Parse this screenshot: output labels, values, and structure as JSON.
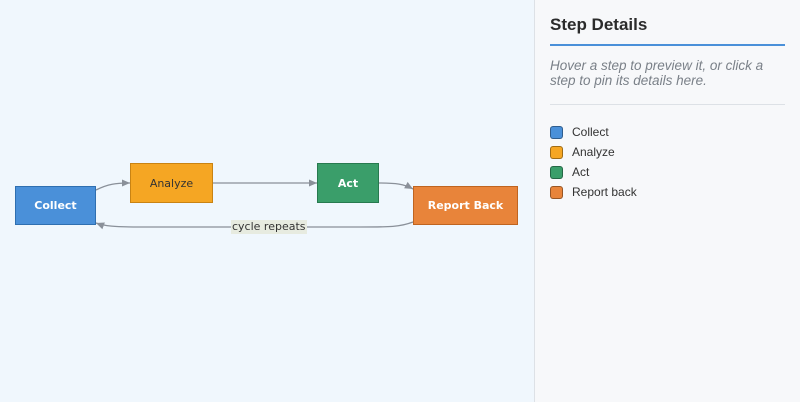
{
  "diagram": {
    "nodes": [
      {
        "id": "collect",
        "label": "Collect",
        "color": "#4a90d9"
      },
      {
        "id": "analyze",
        "label": "Analyze",
        "color": "#f5a623"
      },
      {
        "id": "act",
        "label": "Act",
        "color": "#3a9e6a"
      },
      {
        "id": "report",
        "label": "Report Back",
        "color": "#e8843a"
      }
    ],
    "edges": [
      {
        "from": "collect",
        "to": "analyze"
      },
      {
        "from": "analyze",
        "to": "act"
      },
      {
        "from": "act",
        "to": "report"
      },
      {
        "from": "report",
        "to": "collect",
        "label": "cycle repeats"
      }
    ]
  },
  "panel": {
    "title": "Step Details",
    "hint": "Hover a step to preview it, or click a step to pin its details here.",
    "legend": [
      {
        "label": "Collect",
        "color": "#4a90d9"
      },
      {
        "label": "Analyze",
        "color": "#f5a623"
      },
      {
        "label": "Act",
        "color": "#3a9e6a"
      },
      {
        "label": "Report back",
        "color": "#e8843a"
      }
    ]
  }
}
